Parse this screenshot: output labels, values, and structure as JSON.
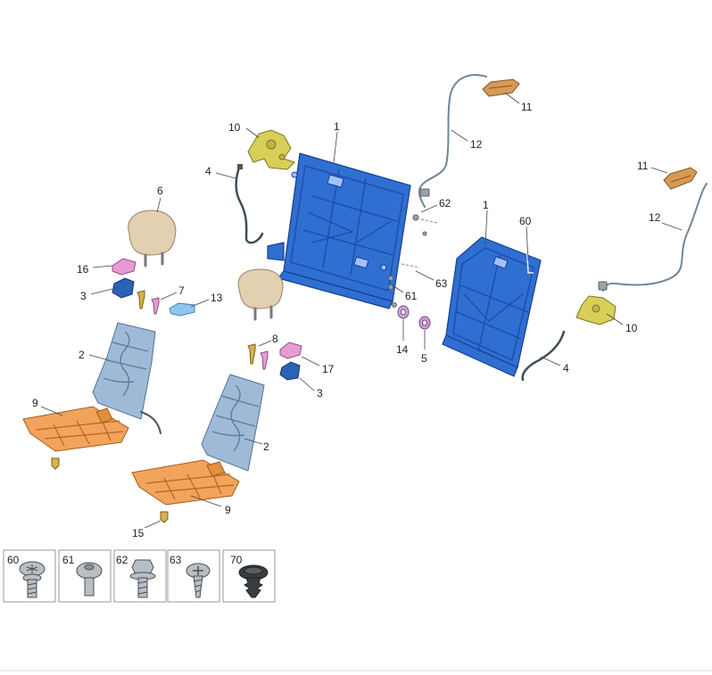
{
  "diagram": {
    "callouts": [
      "1",
      "1",
      "2",
      "2",
      "3",
      "3",
      "4",
      "4",
      "5",
      "6",
      "7",
      "8",
      "9",
      "9",
      "10",
      "10",
      "11",
      "11",
      "12",
      "12",
      "13",
      "14",
      "15",
      "16",
      "17",
      "60",
      "61",
      "62",
      "63"
    ],
    "fasteners": [
      {
        "label": "60",
        "icon": "pan-head-torx-screw-with-washer-icon"
      },
      {
        "label": "61",
        "icon": "dome-head-torx-bolt-icon"
      },
      {
        "label": "62",
        "icon": "hex-flange-bolt-icon"
      },
      {
        "label": "63",
        "icon": "phillips-pan-screw-icon"
      },
      {
        "label": "70",
        "icon": "push-in-clip-rivet-icon"
      }
    ],
    "colors": {
      "seatback_frame": "#2f6fd2",
      "backrest_pad": "#9fbad7",
      "cushion_pad": "#f2a35c",
      "headrest": "#e3cfb2",
      "latch": "#d8cf58",
      "release_handle": "#d69a54",
      "bracket": "#e79ad4",
      "cable": "#6f8796"
    }
  }
}
